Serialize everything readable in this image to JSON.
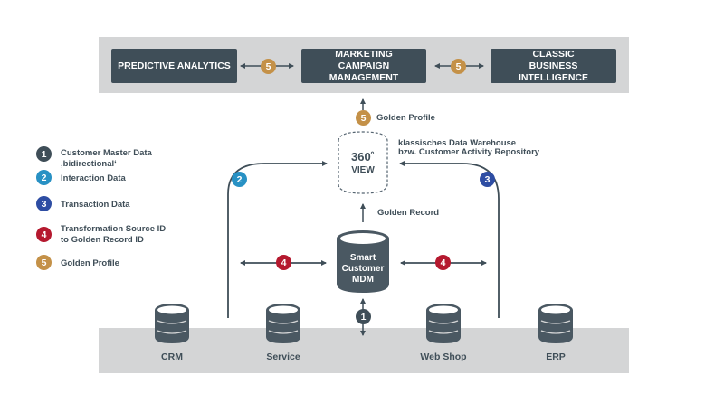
{
  "top_row": {
    "boxes": [
      {
        "label": "PREDICTIVE ANALYTICS"
      },
      {
        "label": "MARKETING CAMPAIGN MANAGEMENT"
      },
      {
        "label": "CLASSIC BUSINESS INTELLIGENCE"
      }
    ],
    "connector_badges": [
      "5",
      "5"
    ]
  },
  "center": {
    "golden_profile_badge": "5",
    "golden_profile_label": "Golden Profile",
    "view_title": "360˚",
    "view_subtitle": "VIEW",
    "warehouse_line1": "klassisches Data Warehouse",
    "warehouse_line2": "bzw. Customer Activity Repository",
    "golden_record_label": "Golden Record",
    "mdm_label": "Smart Customer MDM",
    "badge_interaction": "2",
    "badge_transaction": "3",
    "badge_transform_left": "4",
    "badge_transform_right": "4",
    "badge_master": "1"
  },
  "legend": [
    {
      "number": "1",
      "line1": "Customer Master Data",
      "line2": "‚bidirectional‘",
      "color": "#3f4e58"
    },
    {
      "number": "2",
      "line1": "Interaction Data",
      "line2": "",
      "color": "#2891c4"
    },
    {
      "number": "3",
      "line1": "Transaction Data",
      "line2": "",
      "color": "#2e4da3"
    },
    {
      "number": "4",
      "line1": "Transformation Source ID",
      "line2": "to Golden Record ID",
      "color": "#b5192f"
    },
    {
      "number": "5",
      "line1": "Golden Profile",
      "line2": "",
      "color": "#c49148"
    }
  ],
  "systems": [
    {
      "label": "CRM"
    },
    {
      "label": "Service"
    },
    {
      "label": "Web Shop"
    },
    {
      "label": "ERP"
    }
  ],
  "colors": {
    "dark": "#3f4e58",
    "band": "#d4d5d6",
    "interaction": "#2891c4",
    "transaction": "#2e4da3",
    "transformation": "#b5192f",
    "golden": "#c49148"
  }
}
